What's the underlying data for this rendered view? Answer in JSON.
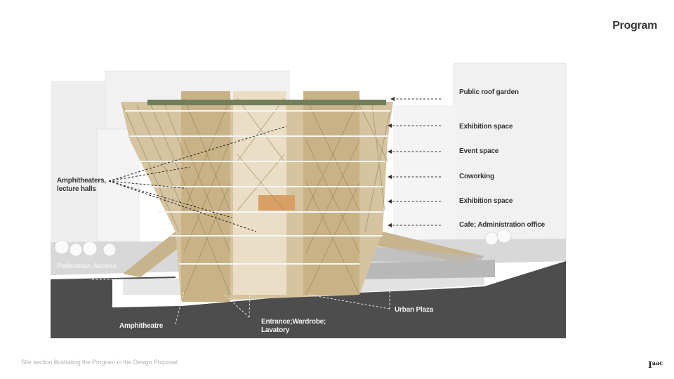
{
  "page": {
    "title": "Program"
  },
  "labels": {
    "roof_garden": "Public roof garden",
    "exhibition_upper": "Exhibition space",
    "event": "Event space",
    "coworking": "Coworking",
    "exhibition_lower": "Exhibition space",
    "cafe": "Cafe; Administration office",
    "amphitheaters": "Amphitheaters,\nlecture halls",
    "pedestrian": "Pedestrian Access",
    "amphitheatre": "Amphitheatre",
    "entrance": "Entrance;Wardrobe;\nLavatory",
    "urban_plaza": "Urban Plaza"
  },
  "caption": "Site section illustrating the Program in the Design Proposal",
  "logo": {
    "main": "I",
    "sup": "aac"
  },
  "colors": {
    "ground": "#4d4d4d",
    "timber": "#c8b48c",
    "timber_dark": "#8e7a55",
    "sky_blocks": "#efefef",
    "accent_room": "#d9a066"
  }
}
